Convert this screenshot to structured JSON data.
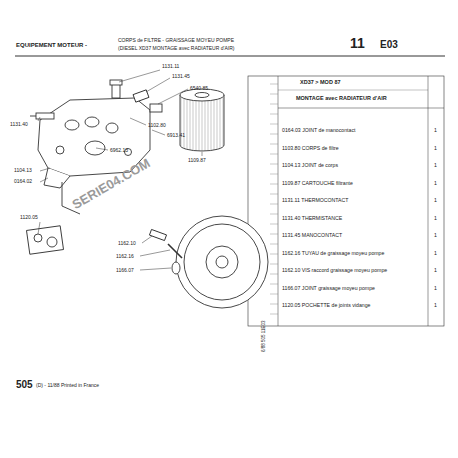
{
  "diagram": {
    "title": "EQUIPEMENT MOTEUR -",
    "labels": [
      "CORPS de FILTRE - GRAISSAGE MOYEU POMPE",
      "(DIESEL XD37 MONTAGE avec RADIATEUR d'AIR)",
      "11",
      "E03",
      "XD37 > MOD 87",
      "MONTAGE avec RADIATEUR d'AIR",
      "0164.03 JOINT de manocontact",
      "1",
      "1103.80 CORPS de filtre",
      "1",
      "1104.13 JOINT de corps",
      "1",
      "1109.87 CARTOUCHE filtrante",
      "1",
      "1131.11 THERMOCONTACT",
      "1",
      "1131.40 THERMISTANCE",
      "1",
      "1131.45 MANOCONTACT",
      "1",
      "1162.16 TUYAU de graissage moyeu pompe",
      "1",
      "1162.10 VIS raccord graissage moyeu pompe",
      "1",
      "1166.07 JOINT graissage moyeu pompe",
      "1",
      "1120.05 POCHETTE de joints vidange",
      "1",
      "1131.11",
      "1131.45",
      "6540.85",
      "1131.40",
      "1102.80",
      "6913.41",
      "6962.13",
      "1109.87",
      "1104.13",
      "0164.02",
      "1120.05",
      "1162.10",
      "1162.16",
      "1166.07",
      "SERIE04.COM",
      "6/88 505 11E03",
      "505",
      "(D) - 11/88 Printed in France"
    ]
  }
}
